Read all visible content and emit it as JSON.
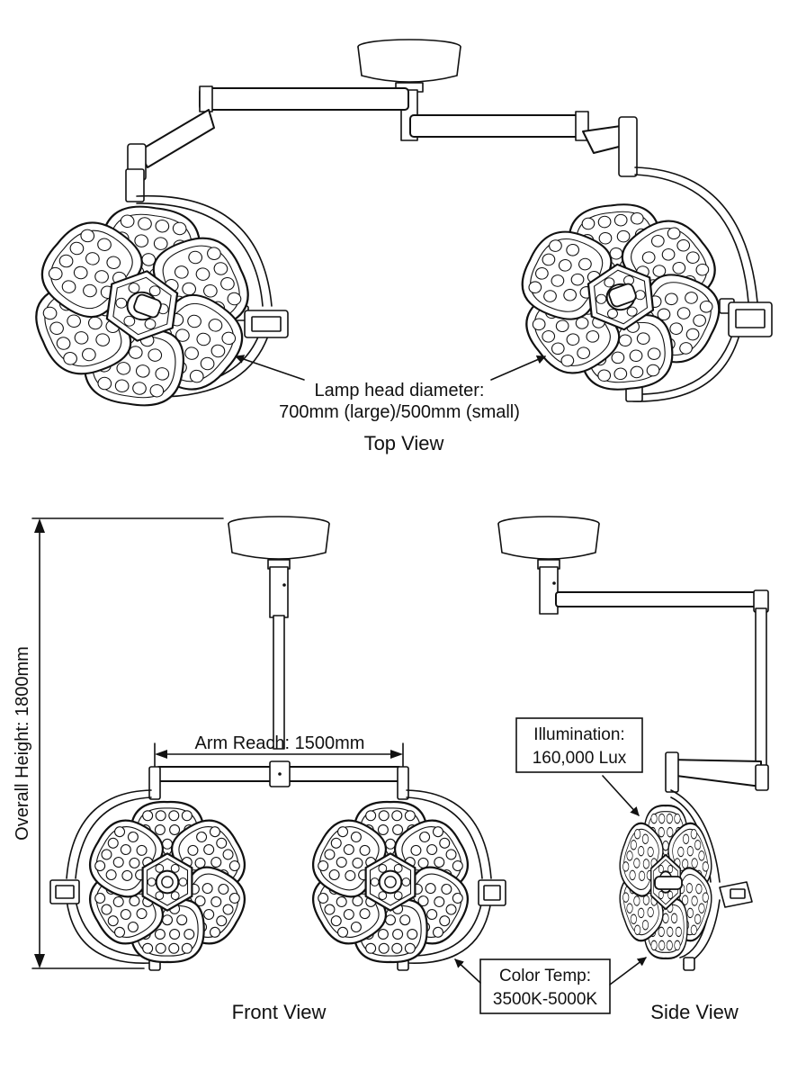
{
  "colors": {
    "line": "#111111",
    "background": "#ffffff"
  },
  "top_view": {
    "callout_line1": "Lamp head diameter:",
    "callout_line2": "700mm (large)/500mm (small)",
    "caption": "Top View"
  },
  "front_view": {
    "height_label": "Overall Height: 1800mm",
    "reach_label": "Arm Reach: 1500mm",
    "caption": "Front View"
  },
  "side_view": {
    "illumination_line1": "Illumination:",
    "illumination_line2": "160,000 Lux",
    "color_temp_line1": "Color Temp:",
    "color_temp_line2": "3500K-5000K",
    "caption": "Side View"
  }
}
